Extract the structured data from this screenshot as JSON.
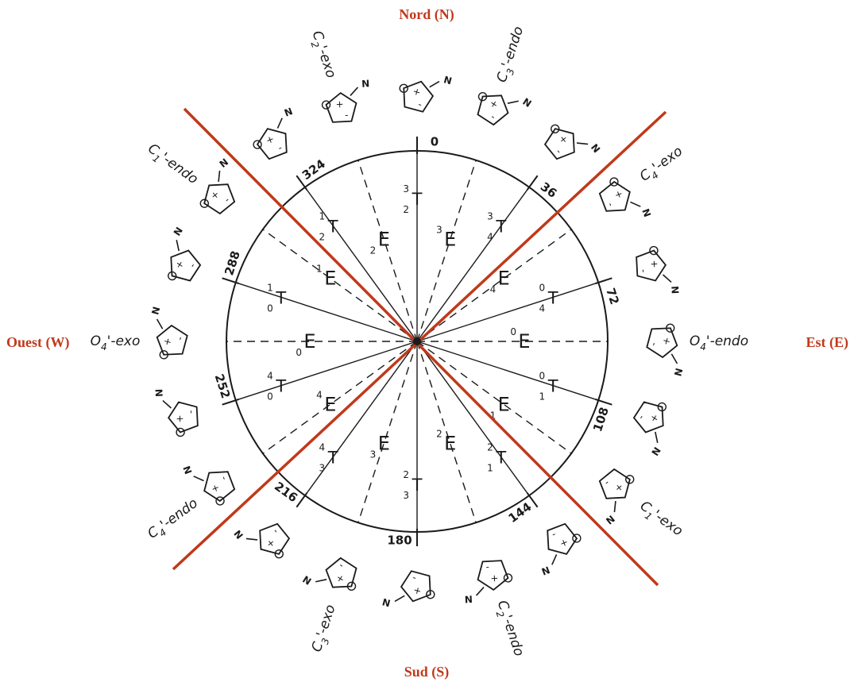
{
  "colors": {
    "axis_red": "#c0391b",
    "line": "#1a1a1a"
  },
  "directions": {
    "north": "Nord (N)",
    "south": "Sud (S)",
    "east": "Est (E)",
    "west": "Ouest (W)"
  },
  "degree_marks": [
    "0",
    "36",
    "72",
    "108",
    "144",
    "180",
    "216",
    "252",
    "288",
    "324"
  ],
  "ring_conformations": [
    {
      "sup": "3",
      "base": "T",
      "sub": "2",
      "kind": "twist",
      "phase": 0
    },
    {
      "sup": "3",
      "base": "E",
      "sub": "",
      "kind": "envelope",
      "phase": 18
    },
    {
      "sup": "3",
      "base": "T",
      "sub": "4",
      "kind": "twist",
      "phase": 36
    },
    {
      "sup": "",
      "base": "E",
      "sub": "4",
      "kind": "envelope",
      "phase": 54
    },
    {
      "sup": "0",
      "base": "T",
      "sub": "4",
      "kind": "twist",
      "phase": 72
    },
    {
      "sup": "0",
      "base": "E",
      "sub": "",
      "kind": "envelope",
      "phase": 90
    },
    {
      "sup": "0",
      "base": "T",
      "sub": "1",
      "kind": "twist",
      "phase": 108
    },
    {
      "sup": "",
      "base": "E",
      "sub": "1",
      "kind": "envelope",
      "phase": 126
    },
    {
      "sup": "2",
      "base": "T",
      "sub": "1",
      "kind": "twist",
      "phase": 144
    },
    {
      "sup": "2",
      "base": "E",
      "sub": "",
      "kind": "envelope",
      "phase": 162
    },
    {
      "sup": "2",
      "base": "T",
      "sub": "3",
      "kind": "twist",
      "phase": 180
    },
    {
      "sup": "",
      "base": "E",
      "sub": "3",
      "kind": "envelope",
      "phase": 198
    },
    {
      "sup": "4",
      "base": "T",
      "sub": "3",
      "kind": "twist",
      "phase": 216
    },
    {
      "sup": "4",
      "base": "E",
      "sub": "",
      "kind": "envelope",
      "phase": 234
    },
    {
      "sup": "4",
      "base": "T",
      "sub": "0",
      "kind": "twist",
      "phase": 252
    },
    {
      "sup": "",
      "base": "E",
      "sub": "0",
      "kind": "envelope",
      "phase": 270
    },
    {
      "sup": "1",
      "base": "T",
      "sub": "0",
      "kind": "twist",
      "phase": 288
    },
    {
      "sup": "1",
      "base": "E",
      "sub": "",
      "kind": "envelope",
      "phase": 306
    },
    {
      "sup": "1",
      "base": "T",
      "sub": "2",
      "kind": "twist",
      "phase": 324
    },
    {
      "sup": "",
      "base": "E",
      "sub": "2",
      "kind": "envelope",
      "phase": 342
    }
  ],
  "pucker_labels": [
    {
      "atom": "C",
      "idx": "3'",
      "mode": "endo",
      "phase": 18
    },
    {
      "atom": "C",
      "idx": "4'",
      "mode": "exo",
      "phase": 54
    },
    {
      "atom": "O",
      "idx": "4'",
      "mode": "endo",
      "phase": 90
    },
    {
      "atom": "C",
      "idx": "1'",
      "mode": "exo",
      "phase": 126
    },
    {
      "atom": "C",
      "idx": "2'",
      "mode": "endo",
      "phase": 162
    },
    {
      "atom": "C",
      "idx": "3'",
      "mode": "exo",
      "phase": 198
    },
    {
      "atom": "C",
      "idx": "4'",
      "mode": "endo",
      "phase": 234
    },
    {
      "atom": "O",
      "idx": "4'",
      "mode": "exo",
      "phase": 270
    },
    {
      "atom": "C",
      "idx": "1'",
      "mode": "endo",
      "phase": 306
    },
    {
      "atom": "C",
      "idx": "2'",
      "mode": "exo",
      "phase": 342
    }
  ],
  "sugar_glyphs": {
    "nitrogen_label": "N",
    "count": 20
  }
}
